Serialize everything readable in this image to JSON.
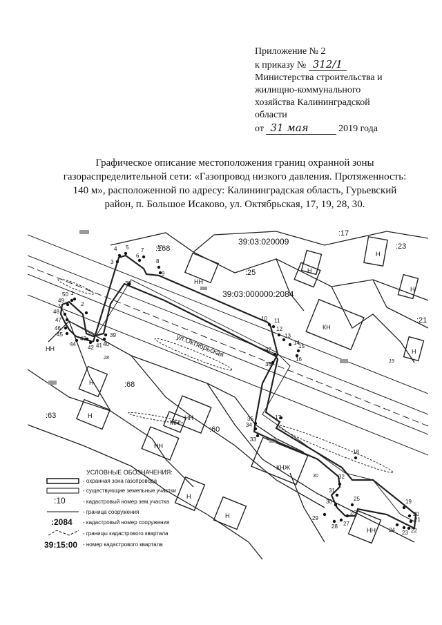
{
  "header": {
    "line1": "Приложение № 2",
    "line2_prefix": "к приказу №",
    "order_no": "312/1",
    "line3": "Министерства строительства и",
    "line4": "жилищно-коммунального",
    "line5": "хозяйства Калининградской",
    "line6": "области",
    "date_prefix": "от",
    "date_hw": "31 мая",
    "date_year": "2019 года"
  },
  "title": {
    "line1": "Графическое описание местоположения границ охранной зоны",
    "line2": "газораспределительной сети: «Газопровод низкого давления. Протяженность:",
    "line3": "140 м», расположенной по адресу: Калининградская область, Гурьевский",
    "line4": "район, п. Большое Исаково, ул. Октябрьская, 17, 19, 28, 30."
  },
  "map": {
    "cad_quarter": "39:03:020009",
    "structure_no": "39:03:000000:2084",
    "street": "ул.Октябрьская",
    "parcels": [
      ":168",
      ":17",
      ":23",
      ":25",
      ":21",
      ":68",
      ":63",
      ":60"
    ],
    "building_labels": [
      "Н",
      "НН",
      "КН",
      "МН",
      "КНЖ"
    ],
    "house_numbers": [
      "17",
      "19",
      "28",
      "30"
    ],
    "points": [
      "1",
      "2",
      "3",
      "4",
      "5",
      "6",
      "7",
      "8",
      "9",
      "10",
      "11",
      "12",
      "13",
      "14",
      "15",
      "16",
      "17",
      "18",
      "19",
      "20",
      "21",
      "22",
      "23",
      "24",
      "25",
      "26",
      "27",
      "28",
      "29",
      "30",
      "31",
      "32",
      "33",
      "34",
      "35",
      "36",
      "37",
      "38",
      "39",
      "40",
      "41",
      "42",
      "43",
      "44",
      "45",
      "46",
      "47",
      "48",
      "49",
      "50"
    ]
  },
  "legend": {
    "title": "УСЛОВНЫЕ ОБОЗНАЧЕНИЯ:",
    "items": [
      "- охранная зона газопровода",
      "- существующие земельные участки",
      "- кадастровый номер зем.участка",
      "- граница сооружения",
      "- кадастровый номер сооружения",
      "- границы кадастрового квартала",
      "- номер кадастрового квартала"
    ],
    "sample_parcel": ":10",
    "sample_structure": ":2084",
    "sample_quarter": "39:15:00"
  }
}
